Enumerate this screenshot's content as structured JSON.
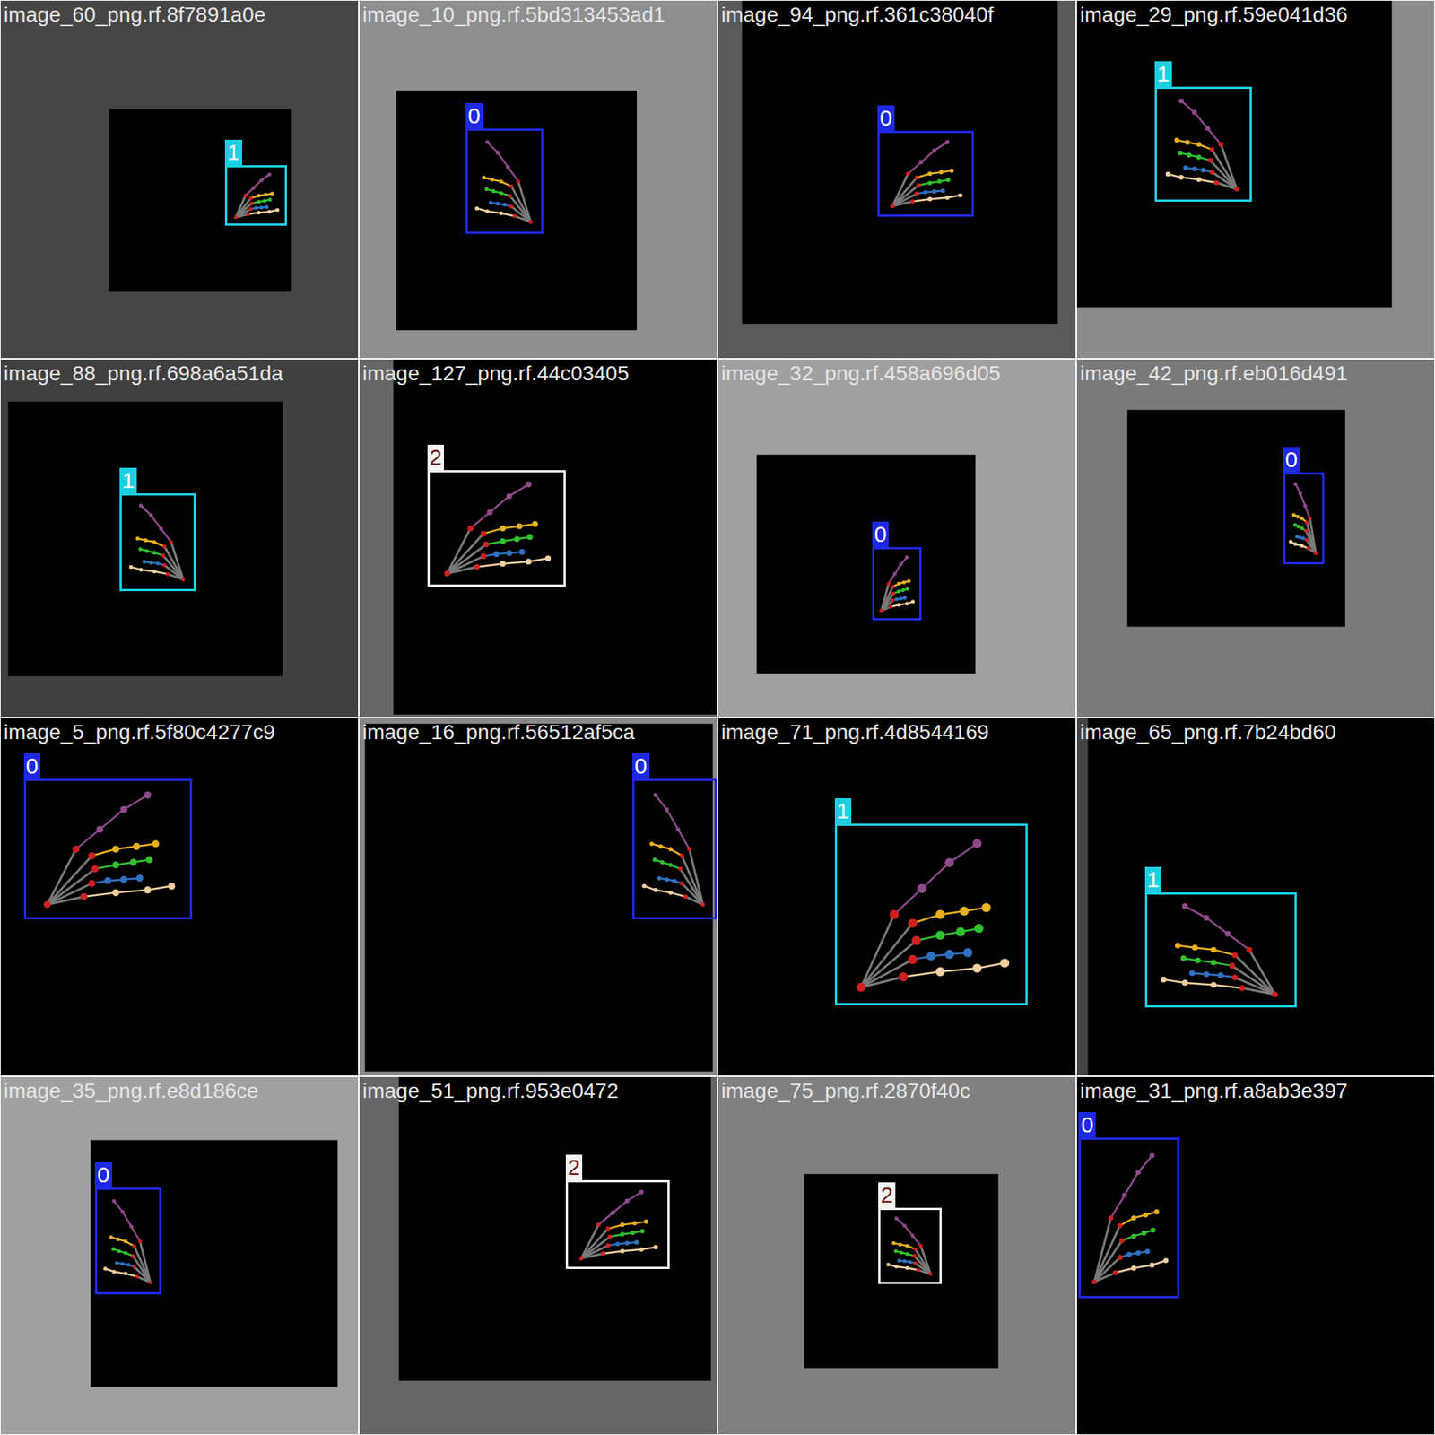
{
  "diagram": {
    "nodes": [
      {
        "text": [
          "image_60_png.rf.8f7891a0e"
        ]
      },
      {
        "text": [
          "1"
        ],
        "in": 0
      },
      {
        "text": [
          "image_10_png.rf.5bd313453ad1"
        ]
      },
      {
        "text": [
          "0"
        ],
        "in": 2
      },
      {
        "text": [
          "image_94_png.rf.361c38040f"
        ]
      },
      {
        "text": [
          "0"
        ],
        "in": 4
      },
      {
        "text": [
          "image_29_png.rf.59e041d36"
        ]
      },
      {
        "text": [
          "1"
        ],
        "in": 6
      },
      {
        "text": [
          "image_88_png.rf.698a6a51da"
        ]
      },
      {
        "text": [
          "1"
        ],
        "in": 8
      },
      {
        "text": [
          "image_127_png.rf.44c03405"
        ]
      },
      {
        "text": [
          "2"
        ],
        "in": 10
      },
      {
        "text": [
          "image_32_png.rf.458a696d05"
        ]
      },
      {
        "text": [
          "0"
        ],
        "in": 12
      },
      {
        "text": [
          "image_42_png.rf.eb016d491"
        ]
      },
      {
        "text": [
          "0"
        ],
        "in": 14
      },
      {
        "text": [
          "image_5_png.rf.5f80c4277c9"
        ]
      },
      {
        "text": [
          "0"
        ],
        "in": 16
      },
      {
        "text": [
          "image_16_png.rf.56512af5ca"
        ]
      },
      {
        "text": [
          "0"
        ],
        "in": 18
      },
      {
        "text": [
          "image_71_png.rf.4d8544169"
        ]
      },
      {
        "text": [
          "1"
        ],
        "in": 20
      },
      {
        "text": [
          "image_65_png.rf.7b24bd60"
        ]
      },
      {
        "text": [
          "1"
        ],
        "in": 22
      },
      {
        "text": [
          "image_35_png.rf.e8d186ce"
        ]
      },
      {
        "text": [
          "0"
        ],
        "in": 24
      },
      {
        "text": [
          "image_51_png.rf.953e0472"
        ]
      },
      {
        "text": [
          "2"
        ],
        "in": 26
      },
      {
        "text": [
          "image_75_png.rf.2870f40c"
        ]
      },
      {
        "text": [
          "2"
        ],
        "in": 28
      },
      {
        "text": [
          "image_31_png.rf.a8ab3e397"
        ]
      },
      {
        "text": [
          "0"
        ],
        "in": 30
      }
    ]
  }
}
